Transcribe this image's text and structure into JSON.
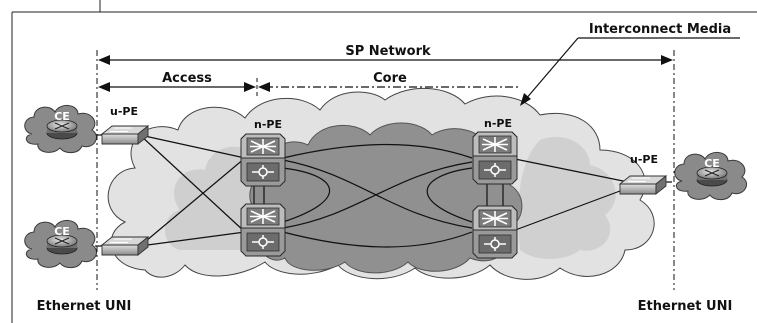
{
  "labels": {
    "sp_network": "SP Network",
    "access": "Access",
    "core": "Core",
    "interconnect_media": "Interconnect Media",
    "upe_left": "u-PE",
    "upe_right": "u-PE",
    "npe_left": "n-PE",
    "npe_right": "n-PE",
    "ce_top_left": "CE",
    "ce_bottom_left": "CE",
    "ce_right": "CE",
    "ethernet_uni_left": "Ethernet UNI",
    "ethernet_uni_right": "Ethernet UNI"
  },
  "colors": {
    "cloud_light": "#e4e4e4",
    "cloud_mid": "#c4c4c4",
    "core": "#8e8e8e",
    "ce_cloud": "#8a8a8a",
    "router": "#b4b4b4",
    "ink": "#111111"
  },
  "icons": {
    "ce": "router-icon",
    "u_pe": "switch-icon",
    "n_pe": "multilayer-switch-icon"
  }
}
